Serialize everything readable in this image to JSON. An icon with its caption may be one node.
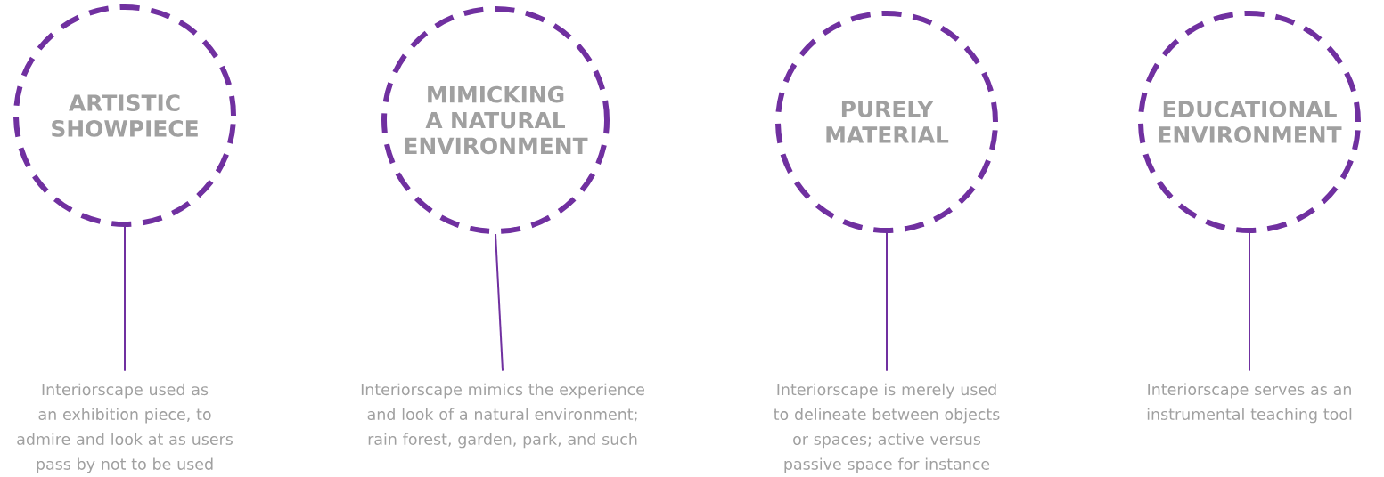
{
  "diagram": {
    "nodes": [
      {
        "text": [
          "ARTISTIC SHOWPIECE"
        ]
      },
      {
        "text": [
          "Interiorscape used as an exhibition piece, to admire and look at as users pass by not to be used"
        ]
      },
      {
        "text": [
          "MIMICKING A NATURAL ENVIRONMENT"
        ]
      },
      {
        "text": [
          "Interiorscape mimics the experience and look  of a natural environment; rain forest, garden, park, and such"
        ]
      },
      {
        "text": [
          "PURELY MATERIAL"
        ]
      },
      {
        "text": [
          "Interiorscape is merely used to delineate between objects or spaces; active versus passive space for instance"
        ]
      },
      {
        "text": [
          "EDUCATIONAL ENVIRONMENT"
        ]
      },
      {
        "text": [
          "Interiorscape serves as an instrumental teaching tool"
        ]
      }
    ],
    "edges": [
      {
        "from": 0,
        "to": 1,
        "arrow": "none"
      },
      {
        "from": 2,
        "to": 3,
        "arrow": "none"
      },
      {
        "from": 4,
        "to": 5,
        "arrow": "none"
      },
      {
        "from": 6,
        "to": 7,
        "arrow": "none"
      }
    ]
  }
}
